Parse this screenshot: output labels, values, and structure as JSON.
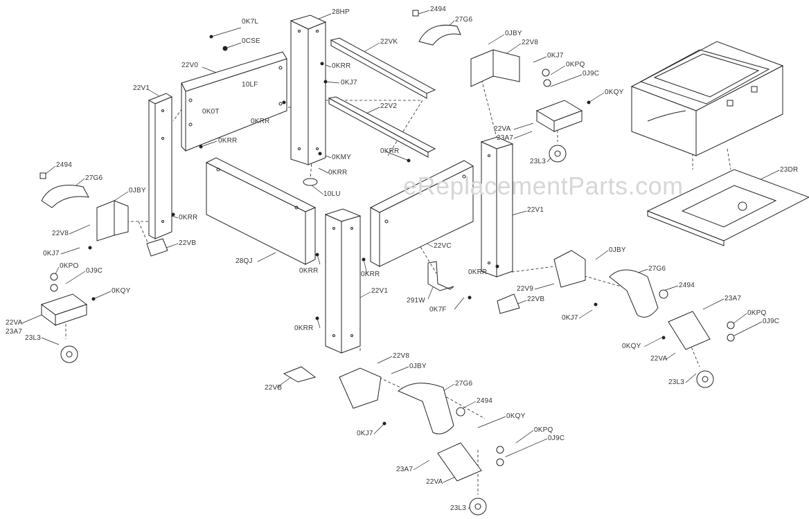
{
  "watermark": "eReplacementParts.com",
  "labels": {
    "ok7l": "0K7L",
    "ocse": "0CSE",
    "v22v0": "22V0",
    "v10lf": "10LF",
    "okot": "0K0T",
    "okrr_a": "0KRR",
    "okrr_b": "0KRR",
    "v22v1_a": "22V1",
    "hp28": "28HP",
    "okrr_c": "0KRR",
    "okj7_a": "0KJ7",
    "v22vk": "22VK",
    "v22v2": "22V2",
    "okmy": "0KMY",
    "okrr_d": "0KRR",
    "okrr_e": "0KRR",
    "v10lu": "10LU",
    "p2494_a": "2494",
    "p27g6_a": "27G6",
    "ojby_a": "0JBY",
    "v22v8_a": "22V8",
    "okj7_b": "0KJ7",
    "okpq_a": "0KPQ",
    "oj9c_a": "0J9C",
    "okqy_a": "0KQY",
    "v22va_a": "22VA",
    "a23a7_a": "23A7",
    "l23l3_a": "23L3",
    "dr23": "23DR",
    "p2494_b": "2494",
    "p27g6_b": "27G6",
    "ojby_b": "0JBY",
    "v22v8_b": "22V8",
    "okj7_c": "0KJ7",
    "okrr_f": "0KRR",
    "v22vb_a": "22VB",
    "okpo": "0KPO",
    "oj9c_b": "0J9C",
    "okqy_b": "0KQY",
    "v22va_b": "22VA",
    "a23a7_b": "23A7",
    "l23l3_b": "23L3",
    "qj28": "28QJ",
    "okrr_g": "0KRR",
    "okrr_h": "0KRR",
    "v22v1_b": "22V1",
    "okrr_i": "0KRR",
    "v22vb_b": "22VB",
    "v22vc": "22VC",
    "w291": "291W",
    "ok7f": "0K7F",
    "v22v1_c": "22V1",
    "okrr_j": "0KRR",
    "v22vb_c": "22VB",
    "ojby_c": "0JBY",
    "p27g6_c": "27G6",
    "v22v9": "22V9",
    "p2494_c": "2494",
    "okj7_d": "0KJ7",
    "a23a7_c": "23A7",
    "okpq_b": "0KPQ",
    "oj9c_c": "0J9C",
    "okqy_c": "0KQY",
    "v22va_c": "22VA",
    "l23l3_c": "23L3",
    "v22v8_c": "22V8",
    "ojby_d": "0JBY",
    "p27g6_d": "27G6",
    "p2494_d": "2494",
    "okqy_d": "0KQY",
    "okj7_e": "0KJ7",
    "okpq_c": "0KPQ",
    "oj9c_d": "0J9C",
    "a23a7_d": "23A7",
    "v22va_d": "22VA",
    "l23l3_d": "23L3"
  }
}
